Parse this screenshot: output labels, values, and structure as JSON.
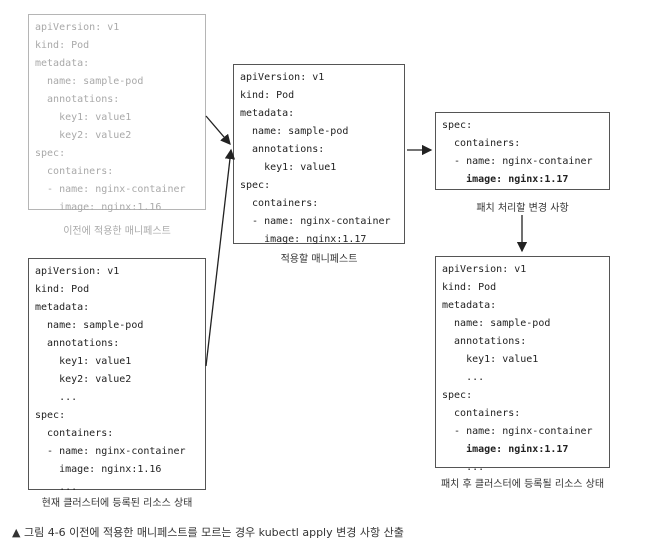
{
  "boxes": {
    "prev": {
      "lines": [
        "apiVersion: v1",
        "kind: Pod",
        "metadata:",
        "  name: sample-pod",
        "  annotations:",
        "    key1: value1",
        "    key2: value2",
        "spec:",
        "  containers:",
        "  - name: nginx-container",
        "    image: nginx:1.16"
      ],
      "caption": "이전에 적용한 매니페스트"
    },
    "current": {
      "lines": [
        "apiVersion: v1",
        "kind: Pod",
        "metadata:",
        "  name: sample-pod",
        "  annotations:",
        "    key1: value1",
        "    key2: value2",
        "    ...",
        "spec:",
        "  containers:",
        "  - name: nginx-container",
        "    image: nginx:1.16",
        "    ..."
      ],
      "caption": "현재 클러스터에 등록된 리소스 상태"
    },
    "apply": {
      "lines": [
        "apiVersion: v1",
        "kind: Pod",
        "metadata:",
        "  name: sample-pod",
        "  annotations:",
        "    key1: value1",
        "spec:",
        "  containers:",
        "  - name: nginx-container",
        "    image: nginx:1.17"
      ],
      "caption": "적용할 매니페스트"
    },
    "patch": {
      "lines": [
        "spec:",
        "  containers:",
        "  - name: nginx-container",
        "    image: nginx:1.17"
      ],
      "caption": "패치 처리할 변경 사항"
    },
    "after": {
      "lines": [
        "apiVersion: v1",
        "kind: Pod",
        "metadata:",
        "  name: sample-pod",
        "  annotations:",
        "    key1: value1",
        "    ...",
        "spec:",
        "  containers:",
        "  - name: nginx-container",
        "    image: nginx:1.17",
        "    ..."
      ],
      "caption": "패치 후 클러스터에 등록될 리소스 상태"
    }
  },
  "figure_caption": "▲ 그림 4-6 이전에 적용한 매니페스트를 모르는 경우 kubectl apply 변경 사항 산출",
  "colors": {
    "border": "#555555",
    "faded": "#a9a9a9"
  }
}
